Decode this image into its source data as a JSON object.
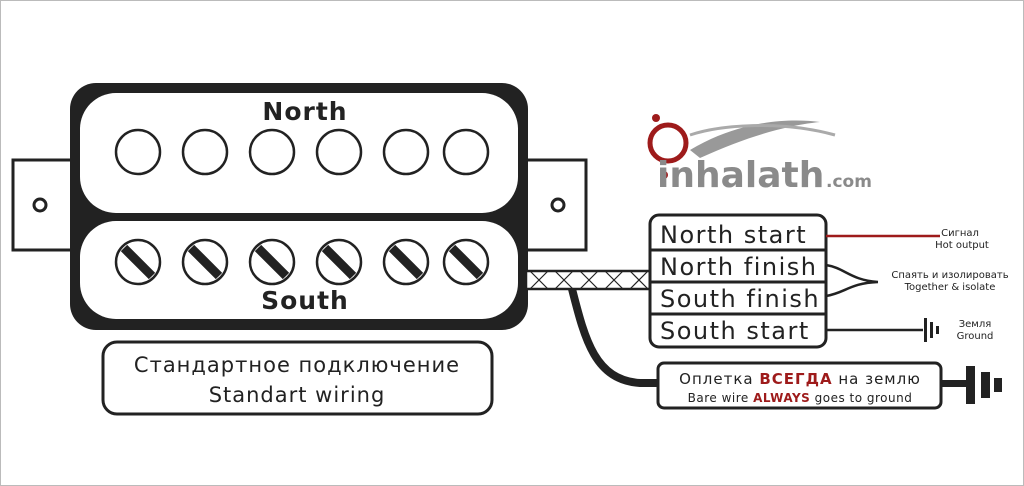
{
  "pickup": {
    "north_label": "North",
    "south_label": "South"
  },
  "title_box": {
    "line1": "Стандартное подключение",
    "line2": "Standart wiring"
  },
  "logo": {
    "text": "inhalath",
    "suffix": ".com"
  },
  "wires": [
    {
      "label": "North start"
    },
    {
      "label": "North finish"
    },
    {
      "label": "South finish"
    },
    {
      "label": "South start"
    }
  ],
  "notes": {
    "hot_ru": "Сигнал",
    "hot_en": "Hot output",
    "together_ru": "Спаять и изолировать",
    "together_en": "Together & isolate",
    "ground_ru": "Земля",
    "ground_en": "Ground"
  },
  "bare_wire": {
    "ru_pre": "Оплетка ",
    "ru_emph": "ВСЕГДА",
    "ru_post": " на землю",
    "en_pre": "Bare wire ",
    "en_emph": "ALWAYS",
    "en_post": " goes to ground"
  },
  "colors": {
    "dark": "#222222",
    "accent": "#9e1b1b",
    "logo_gray": "#8a8a8a"
  }
}
